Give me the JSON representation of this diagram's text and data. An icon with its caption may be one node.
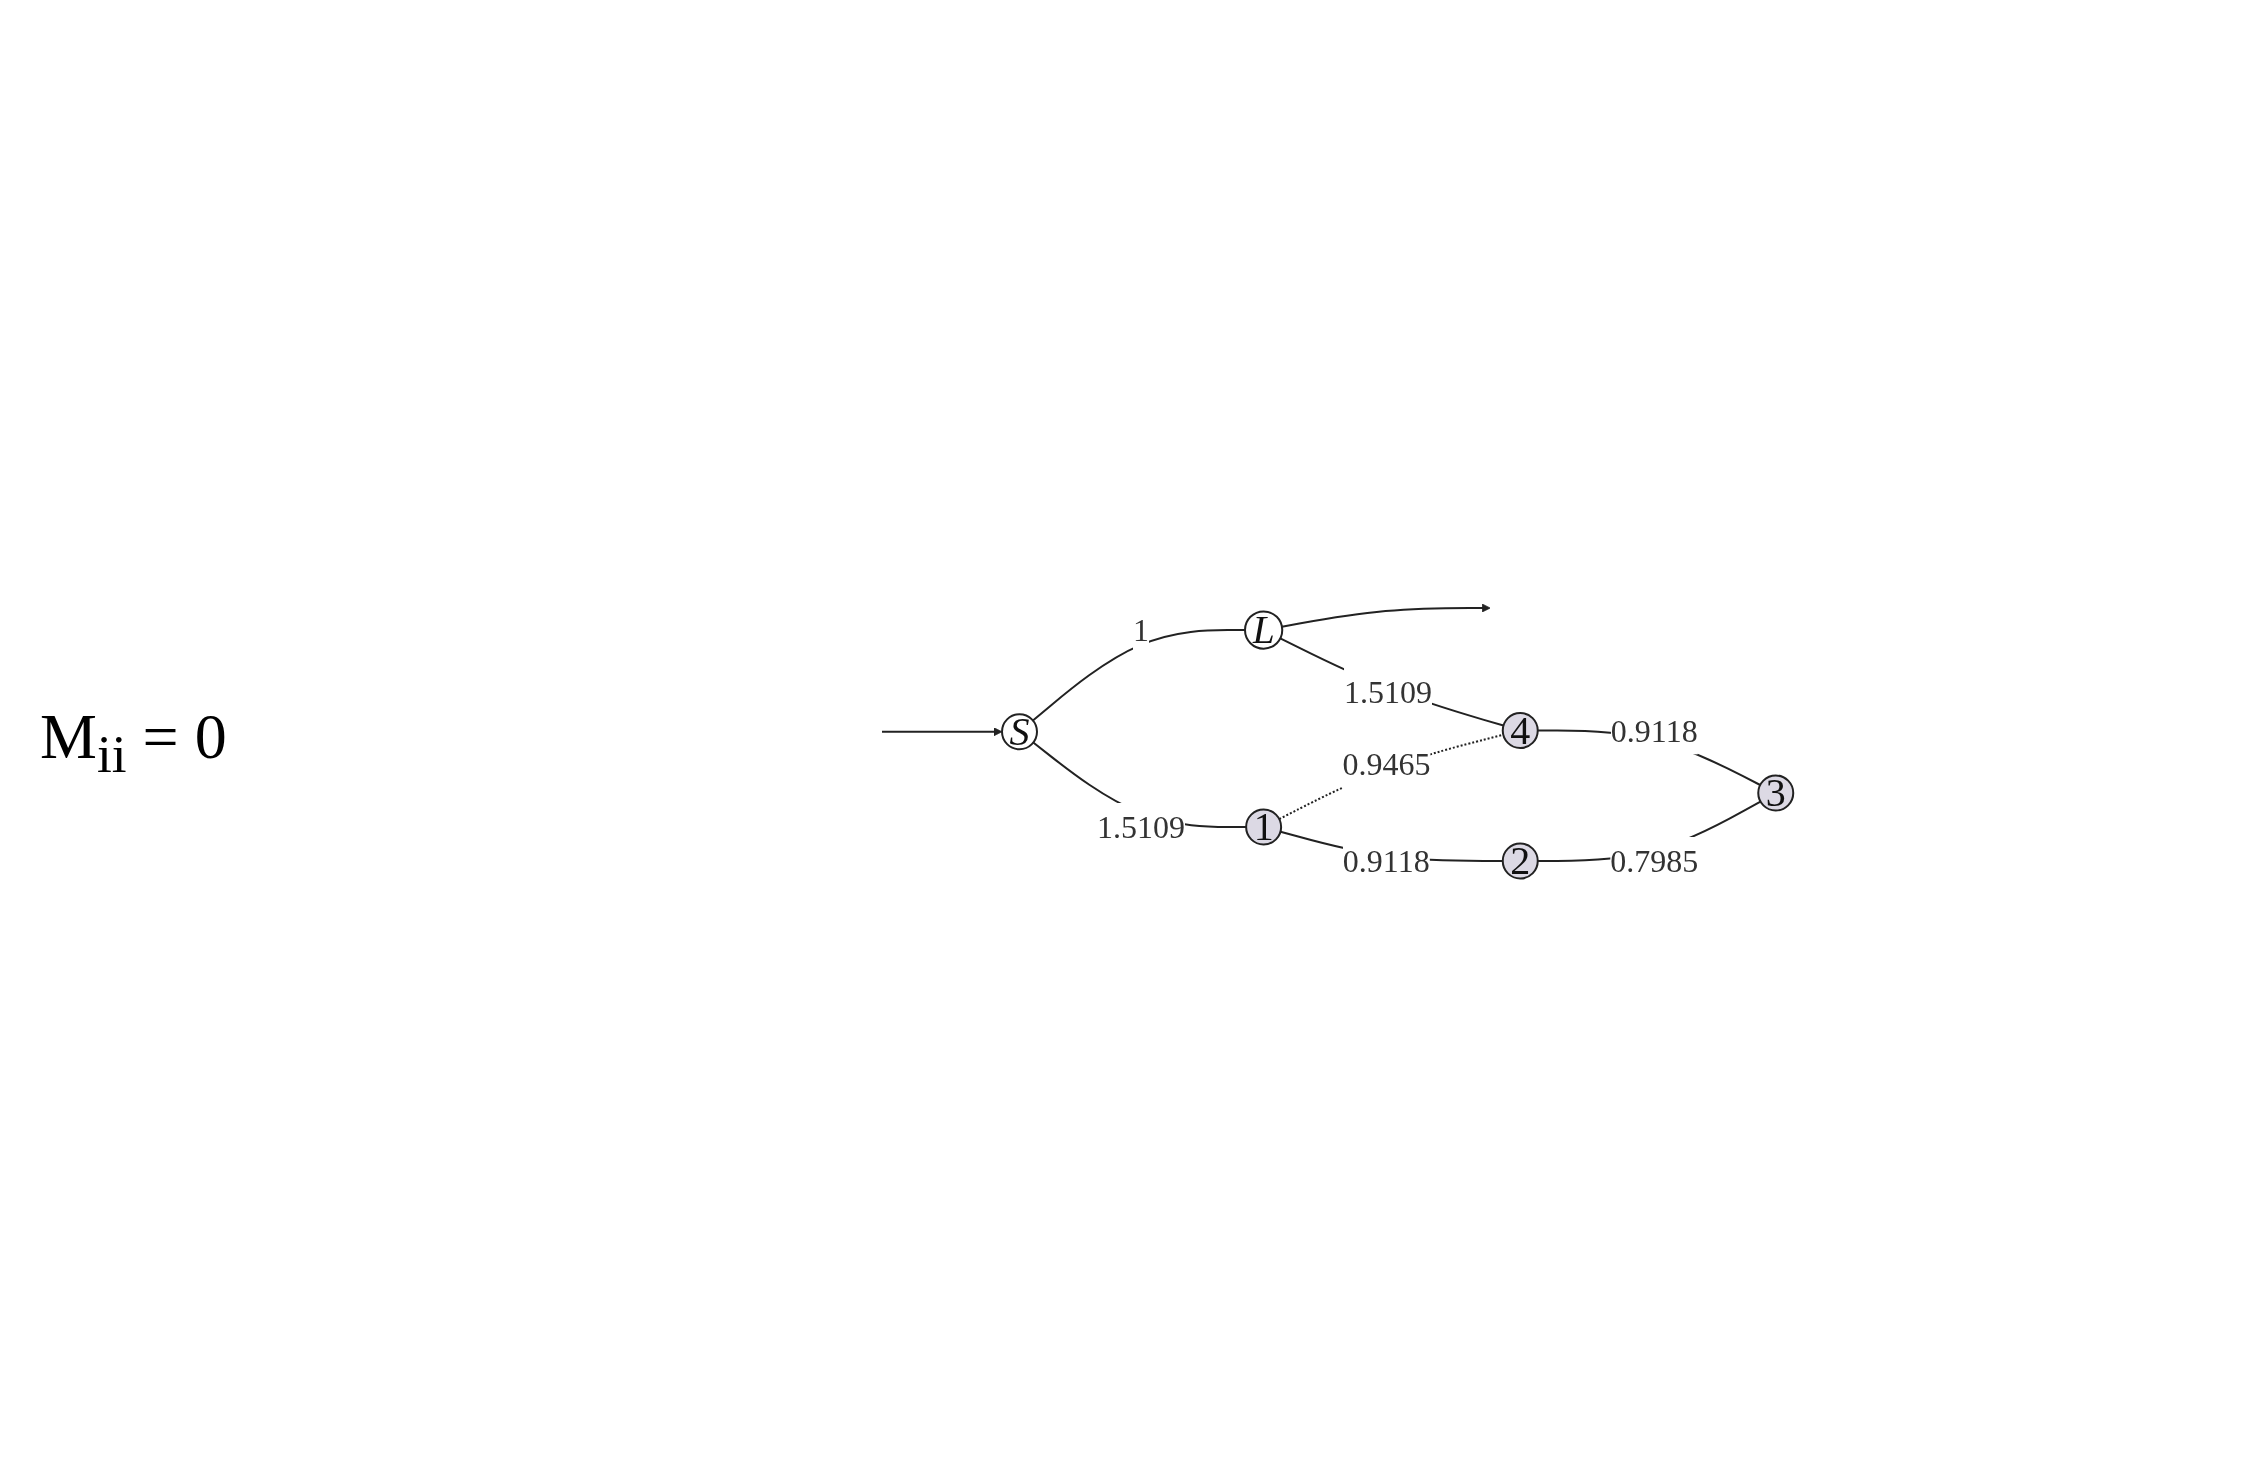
{
  "diagram": {
    "nodes": [
      {
        "text": [
          "S"
        ]
      },
      {
        "text": [
          "L"
        ]
      },
      {
        "text": [
          "1"
        ]
      },
      {
        "text": [
          "4"
        ]
      },
      {
        "text": [
          "2"
        ]
      },
      {
        "text": [
          "3"
        ]
      }
    ],
    "edges": [
      {
        "from": null,
        "to": 0,
        "arrow": "to"
      },
      {
        "from": 0,
        "to": 1,
        "arrow": "none",
        "label": "1"
      },
      {
        "from": 1,
        "to": null,
        "arrow": "to"
      },
      {
        "from": 0,
        "to": 2,
        "arrow": "none",
        "label": "1.5109"
      },
      {
        "from": 1,
        "to": 3,
        "arrow": "none",
        "label": "1.5109"
      },
      {
        "from": 2,
        "to": 3,
        "arrow": "none",
        "label": "0.9465",
        "style": "dashed"
      },
      {
        "from": 2,
        "to": 4,
        "arrow": "none",
        "label": "0.9118"
      },
      {
        "from": 3,
        "to": 5,
        "arrow": "none",
        "label": "0.9118"
      },
      {
        "from": 4,
        "to": 5,
        "arrow": "none",
        "label": "0.7985"
      }
    ],
    "labels": [
      "M$_{ii}$ = 0"
    ]
  }
}
